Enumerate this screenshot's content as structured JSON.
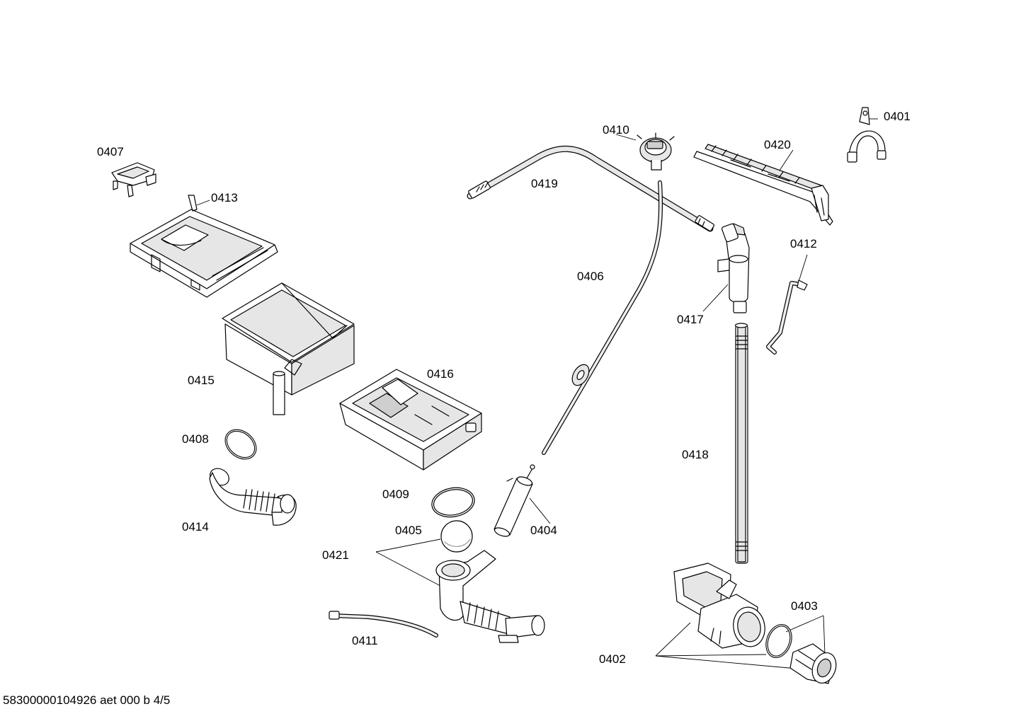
{
  "labels": {
    "p0401": "0401",
    "p0402": "0402",
    "p0403": "0403",
    "p0404": "0404",
    "p0405": "0405",
    "p0406": "0406",
    "p0407": "0407",
    "p0408": "0408",
    "p0409": "0409",
    "p0410": "0410",
    "p0411": "0411",
    "p0412": "0412",
    "p0413": "0413",
    "p0414": "0414",
    "p0415": "0415",
    "p0416": "0416",
    "p0417": "0417",
    "p0418": "0418",
    "p0419": "0419",
    "p0420": "0420",
    "p0421": "0421"
  },
  "footer": {
    "code": "58300000104926 aet 000 b 4/5"
  }
}
